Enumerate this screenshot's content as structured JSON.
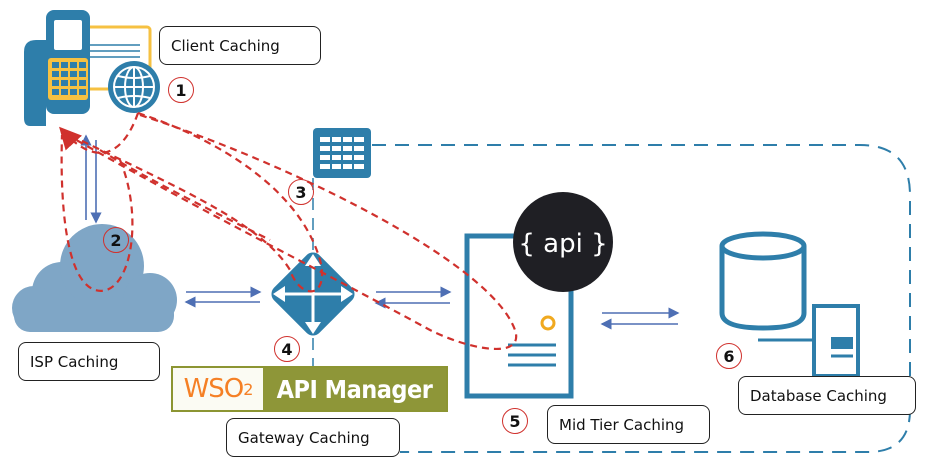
{
  "labels": {
    "client": "Client Caching",
    "isp": "ISP Caching",
    "gateway": "Gateway Caching",
    "midtier": "Mid Tier Caching",
    "database": "Database Caching"
  },
  "numbers": [
    "1",
    "2",
    "3",
    "4",
    "5",
    "6"
  ],
  "api_badge": "{ api }",
  "wso2": {
    "logo_text": "WSO",
    "logo_sub": "2",
    "product": "API Manager"
  },
  "colors": {
    "blue": "#2e7eaa",
    "cloud": "#7fa6c6",
    "dashed_red": "#d0312d",
    "arrow_blue": "#4e6fb4",
    "wso2_green": "#8e9638",
    "wso2_orange": "#f58025",
    "api_badge_bg": "#1f1f24"
  }
}
